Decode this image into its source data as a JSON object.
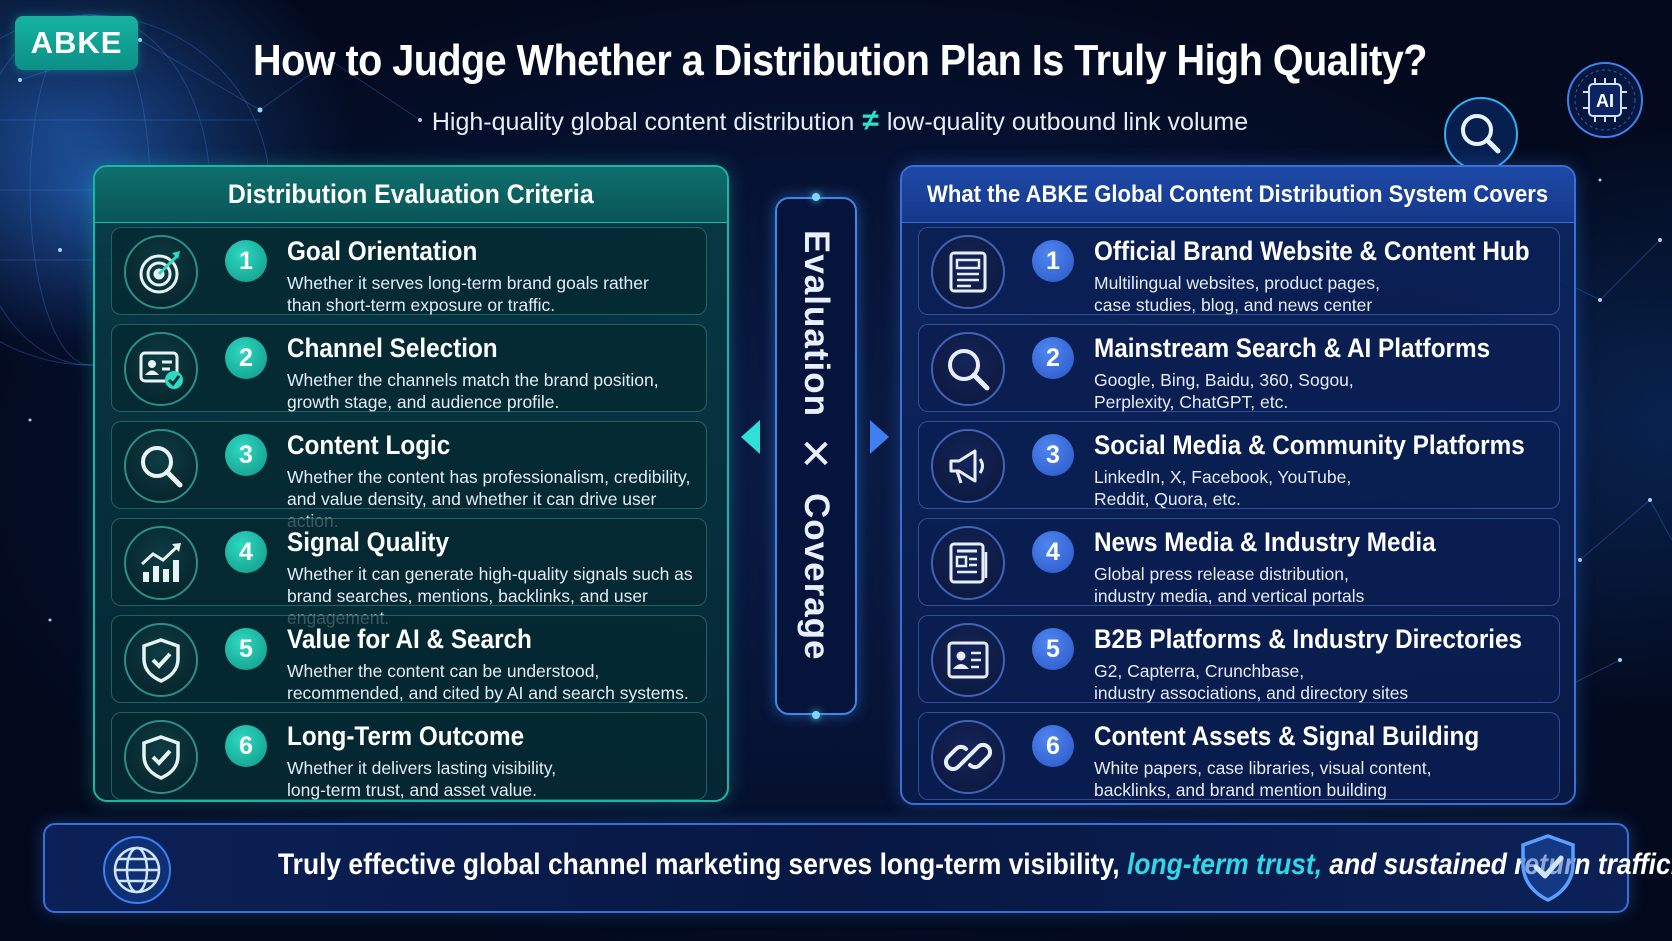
{
  "logo": "ABKE",
  "title": "How to Judge Whether a Distribution Plan Is Truly High Quality?",
  "subtitle": {
    "left": "High-quality global content distribution",
    "symbol": "≠",
    "right": "low-quality outbound link volume"
  },
  "left_panel": {
    "heading": "Distribution Evaluation Criteria",
    "items": [
      {
        "num": "1",
        "title": "Goal Orientation",
        "icon": "target-icon",
        "desc1": "Whether it serves long-term brand goals rather",
        "desc2": "than short-term exposure or traffic."
      },
      {
        "num": "2",
        "title": "Channel Selection",
        "icon": "profile-card-icon",
        "desc1": "Whether the channels match the brand position,",
        "desc2": "growth stage, and audience profile."
      },
      {
        "num": "3",
        "title": "Content Logic",
        "icon": "magnifier-icon",
        "desc1": "Whether the content has professionalism, credibility,",
        "desc2": "and value density, and whether it can drive user action."
      },
      {
        "num": "4",
        "title": "Signal Quality",
        "icon": "growth-chart-icon",
        "desc1": "Whether it can generate high-quality signals such as",
        "desc2": "brand searches, mentions, backlinks, and user engagement."
      },
      {
        "num": "5",
        "title": "Value for AI & Search",
        "icon": "shield-check-icon",
        "desc1": "Whether the content can be understood,",
        "desc2": "recommended, and cited by AI and search systems."
      },
      {
        "num": "6",
        "title": "Long-Term Outcome",
        "icon": "shield-check-icon",
        "desc1": "Whether it delivers lasting visibility,",
        "desc2": "long-term trust, and asset value."
      }
    ]
  },
  "center": {
    "top": "Evaluation",
    "cross": "✕",
    "bottom": "Coverage"
  },
  "right_panel": {
    "heading": "What the ABKE Global Content Distribution System Covers",
    "items": [
      {
        "num": "1",
        "title": "Official Brand Website & Content Hub",
        "icon": "document-icon",
        "desc1": "Multilingual websites, product pages,",
        "desc2": "case studies, blog, and news center"
      },
      {
        "num": "2",
        "title": "Mainstream Search & AI Platforms",
        "icon": "search-icon",
        "desc1": "Google, Bing, Baidu, 360, Sogou,",
        "desc2": "Perplexity, ChatGPT, etc."
      },
      {
        "num": "3",
        "title": "Social Media & Community Platforms",
        "icon": "megaphone-icon",
        "desc1": "LinkedIn, X, Facebook, YouTube,",
        "desc2": "Reddit, Quora, etc."
      },
      {
        "num": "4",
        "title": "News Media & Industry Media",
        "icon": "newspaper-icon",
        "desc1": "Global press release distribution,",
        "desc2": "industry media, and vertical portals"
      },
      {
        "num": "5",
        "title": "B2B Platforms & Industry Directories",
        "icon": "id-card-icon",
        "desc1": "G2, Capterra, Crunchbase,",
        "desc2": "industry associations, and directory sites"
      },
      {
        "num": "6",
        "title": "Content Assets & Signal Building",
        "icon": "link-icon",
        "desc1": "White papers, case libraries, visual content,",
        "desc2": "backlinks, and brand mention building"
      }
    ]
  },
  "banner": {
    "part1": "Truly effective global channel marketing serves long-term visibility, ",
    "highlight": "long-term trust,",
    "part2": " and sustained return traffic."
  },
  "badges": {
    "ai_label": "AI"
  },
  "colors": {
    "teal": "#1ab6a8",
    "blue": "#3a6fd8",
    "background": "#040d24",
    "highlight": "#2fd8e8"
  }
}
